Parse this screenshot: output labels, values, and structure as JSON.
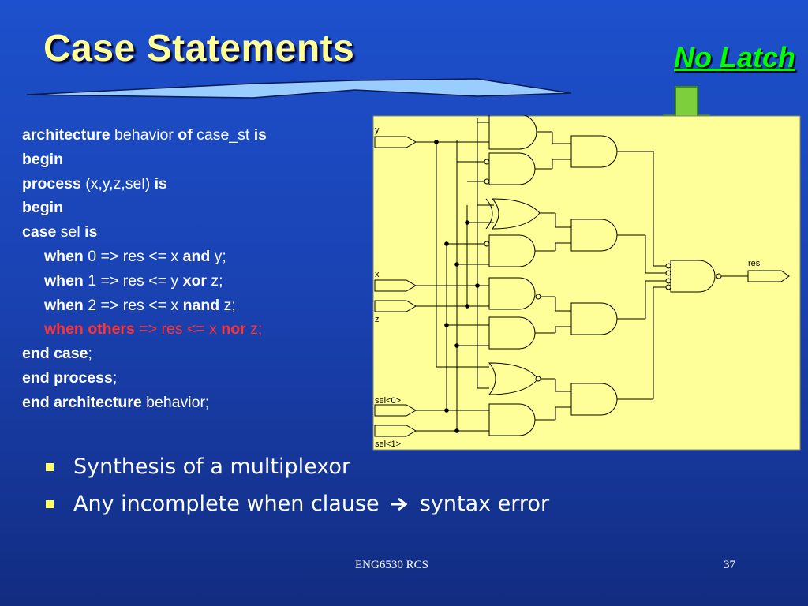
{
  "slide": {
    "title": "Case Statements",
    "annotation": "No Latch",
    "colors": {
      "title": "#ffff99",
      "annotation": "#00ff00",
      "arrow": "#7dcf3c",
      "code_red": "#ff3333",
      "schematic_bg": "#ffff99"
    }
  },
  "code": {
    "l1": {
      "k1": "architecture",
      "t1": " behavior ",
      "k2": "of",
      "t2": " case_st ",
      "k3": "is"
    },
    "l2": {
      "k1": "begin"
    },
    "l3": {
      "k1": "process",
      "t1": " (x,y,z,sel) ",
      "k2": "is"
    },
    "l4": {
      "k1": "begin"
    },
    "l5": {
      "k1": "case",
      "t1": " sel ",
      "k2": "is"
    },
    "l6": {
      "k1": "when",
      "t1": " 0 => res <= x ",
      "k2": "and",
      "t2": " y;"
    },
    "l7": {
      "k1": "when",
      "t1": " 1 => res <= y ",
      "k2": "xor",
      "t2": " z;"
    },
    "l8": {
      "k1": "when",
      "t1": " 2 => res <= x ",
      "k2": "nand",
      "t2": " z;"
    },
    "l9": {
      "k1": "when others",
      "t1": " => res <= x ",
      "k2": "nor",
      "t2": " z;"
    },
    "l10": {
      "k1": "end case",
      "t1": ";"
    },
    "l11": {
      "k1": "end process",
      "t1": ";"
    },
    "l12": {
      "k1": "end architecture",
      "t1": " behavior;"
    }
  },
  "schematic": {
    "inputs": {
      "y": "y",
      "x": "x",
      "z": "z",
      "sel0": "sel<0>",
      "sel1": "sel<1>"
    },
    "output": "res"
  },
  "bullets": [
    "Synthesis of a multiplexor",
    "Any incomplete when clause",
    "syntax error"
  ],
  "footer": {
    "course": "ENG6530 RCS",
    "page": "37"
  }
}
